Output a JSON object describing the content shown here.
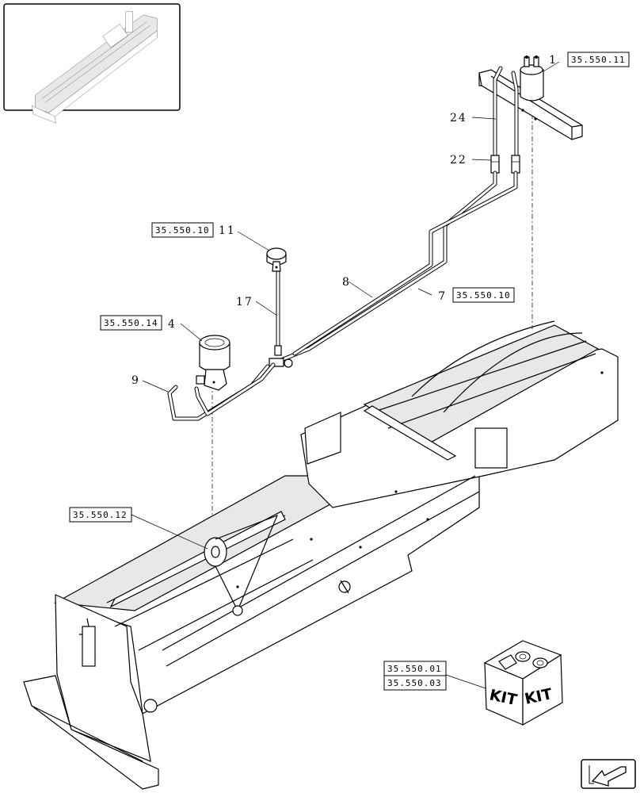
{
  "callouts": [
    {
      "id": "ref-35-550-11",
      "ref": "35.550.11",
      "item": "1"
    },
    {
      "id": "ref-35-550-10-top",
      "ref": "35.550.10",
      "item": "11"
    },
    {
      "id": "ref-35-550-10-mid",
      "ref": "35.550.10",
      "item": "7"
    },
    {
      "id": "ref-35-550-14",
      "ref": "35.550.14",
      "item": "4"
    },
    {
      "id": "ref-35-550-12",
      "ref": "35.550.12",
      "item": ""
    }
  ],
  "item_numbers": {
    "pipe_24": "24",
    "fitting_22": "22",
    "pipe_17": "17",
    "pipe_8": "8",
    "pipe_9": "9"
  },
  "kit": {
    "ref_top": "35.550.01",
    "ref_bottom": "35.550.03",
    "label_left": "KIT",
    "label_right": "KIT"
  },
  "navigation": {
    "arrow_icon": "back-arrow-icon"
  }
}
